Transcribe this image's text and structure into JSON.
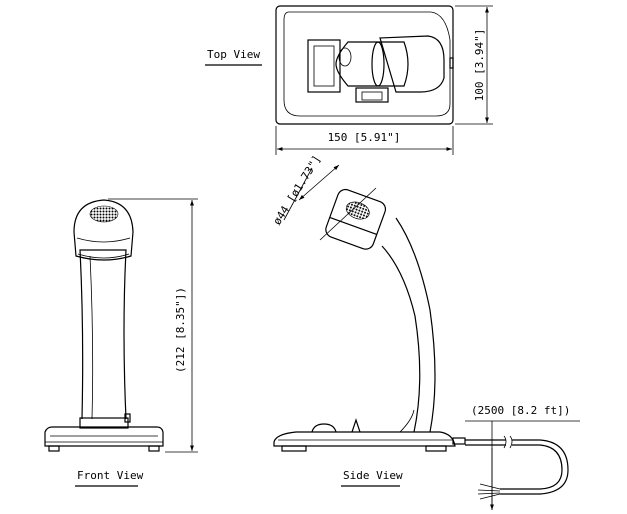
{
  "views": {
    "top": "Top View",
    "front": "Front View",
    "side": "Side View"
  },
  "dimensions": {
    "top_width": "150 [5.91\"]",
    "top_depth": "100 [3.94\"]",
    "front_height": "(212 [8.35\"])",
    "head_diameter": "ø44 [ø1.73\"]",
    "cable_length": "(2500 [8.2 ft])"
  }
}
